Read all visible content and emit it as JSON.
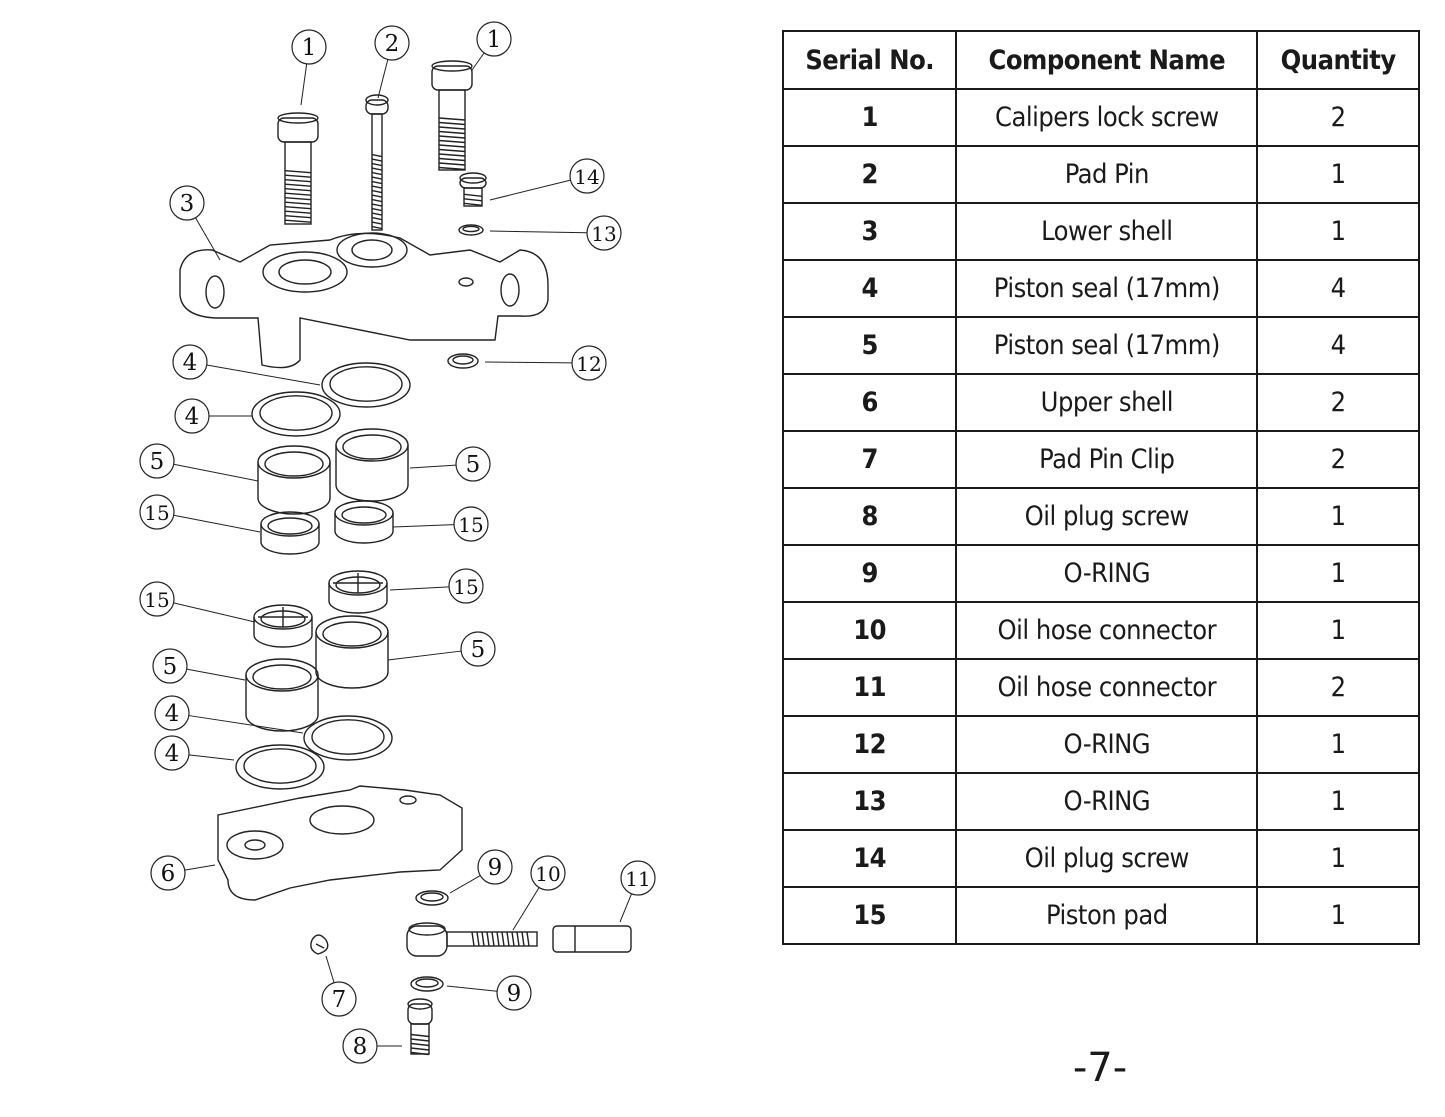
{
  "diagram": {
    "callouts": [
      "1",
      "2",
      "1",
      "14",
      "3",
      "13",
      "12",
      "4",
      "4",
      "5",
      "5",
      "15",
      "15",
      "15",
      "15",
      "5",
      "5",
      "4",
      "4",
      "6",
      "9",
      "10",
      "11",
      "7",
      "9",
      "8"
    ]
  },
  "table": {
    "headers": [
      "Serial No.",
      "Component Name",
      "Quantity"
    ],
    "rows": [
      {
        "serial": "1",
        "name": "Calipers lock screw",
        "qty": "2"
      },
      {
        "serial": "2",
        "name": "Pad Pin",
        "qty": "1"
      },
      {
        "serial": "3",
        "name": "Lower shell",
        "qty": "1"
      },
      {
        "serial": "4",
        "name": "Piston seal (17mm)",
        "qty": "4"
      },
      {
        "serial": "5",
        "name": "Piston seal (17mm)",
        "qty": "4"
      },
      {
        "serial": "6",
        "name": "Upper shell",
        "qty": "2"
      },
      {
        "serial": "7",
        "name": "Pad Pin Clip",
        "qty": "2"
      },
      {
        "serial": "8",
        "name": "Oil plug screw",
        "qty": "1"
      },
      {
        "serial": "9",
        "name": "O-RING",
        "qty": "1"
      },
      {
        "serial": "10",
        "name": "Oil hose connector",
        "qty": "1"
      },
      {
        "serial": "11",
        "name": "Oil hose connector",
        "qty": "2"
      },
      {
        "serial": "12",
        "name": "O-RING",
        "qty": "1"
      },
      {
        "serial": "13",
        "name": "O-RING",
        "qty": "1"
      },
      {
        "serial": "14",
        "name": "Oil plug screw",
        "qty": "1"
      },
      {
        "serial": "15",
        "name": "Piston pad",
        "qty": "1"
      }
    ]
  },
  "page_number": "-7-"
}
